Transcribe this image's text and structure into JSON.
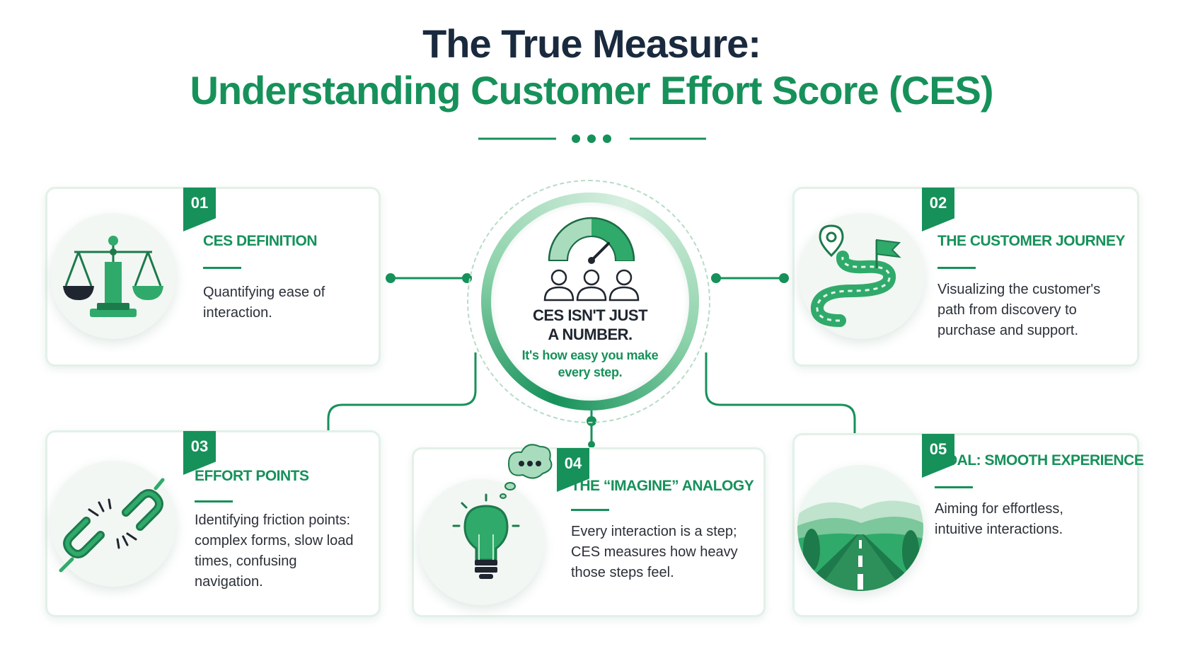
{
  "title": {
    "line1": "The True Measure:",
    "line2": "Understanding Customer Effort Score (CES)"
  },
  "colors": {
    "brand_green": "#16915a",
    "navy": "#1a2a3e",
    "light_green": "#e3f1e8"
  },
  "hub": {
    "title_line1": "CES ISN'T JUST",
    "title_line2": "A NUMBER.",
    "subtitle_line1": "It's how easy you make",
    "subtitle_line2": "every step.",
    "icons": [
      "gauge-icon",
      "people-icon"
    ]
  },
  "cards": [
    {
      "number": "01",
      "title": "CES DEFINITION",
      "text": "Quantifying ease of interaction.",
      "icon": "scales-icon"
    },
    {
      "number": "02",
      "title": "THE CUSTOMER JOURNEY",
      "text": "Visualizing the customer's path from discovery to purchase and support.",
      "icon": "winding-road-icon"
    },
    {
      "number": "03",
      "title": "EFFORT POINTS",
      "text": "Identifying friction points: complex forms, slow load times, confusing navigation.",
      "icon": "broken-chain-icon"
    },
    {
      "number": "04",
      "title": "THE “IMAGINE” ANALOGY",
      "text": "Every interaction is a step; CES measures how heavy those steps feel.",
      "icon": "lightbulb-icon"
    },
    {
      "number": "05",
      "title": "GOAL: SMOOTH EXPERIENCE",
      "text": "Aiming for effortless, intuitive interactions.",
      "icon": "smooth-road-icon"
    }
  ]
}
